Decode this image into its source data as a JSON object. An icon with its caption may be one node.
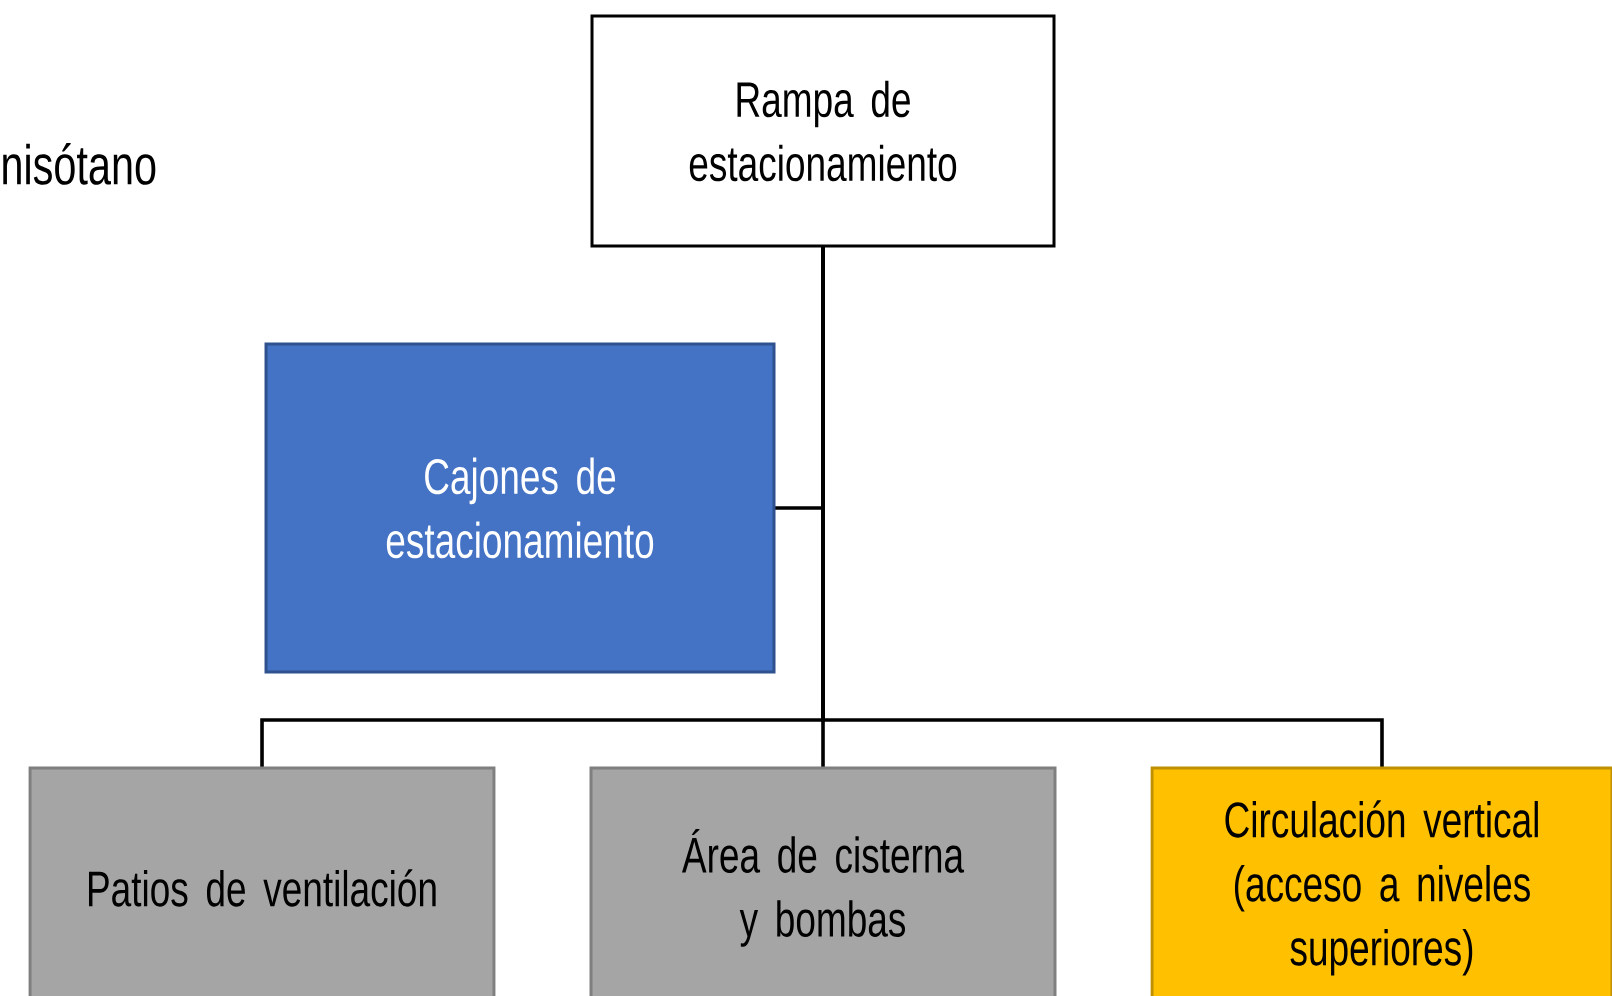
{
  "diagram": {
    "nodes": [
      {
        "text": [
          "Rampa de estacionamiento"
        ]
      },
      {
        "text": [
          "Cajones de estacionamiento"
        ]
      },
      {
        "text": [
          "Patios de ventilación"
        ]
      },
      {
        "text": [
          "Área de cisterna y bombas"
        ]
      },
      {
        "text": [
          "Circulación vertical (acceso a niveles superiores)"
        ]
      }
    ],
    "edges": [
      {
        "from": 0,
        "to": 1,
        "arrow": "none"
      },
      {
        "from": 0,
        "to": 2,
        "arrow": "none"
      },
      {
        "from": 0,
        "to": 3,
        "arrow": "none"
      },
      {
        "from": 0,
        "to": 4,
        "arrow": "none"
      }
    ],
    "labels": [
      "nisótano"
    ]
  }
}
